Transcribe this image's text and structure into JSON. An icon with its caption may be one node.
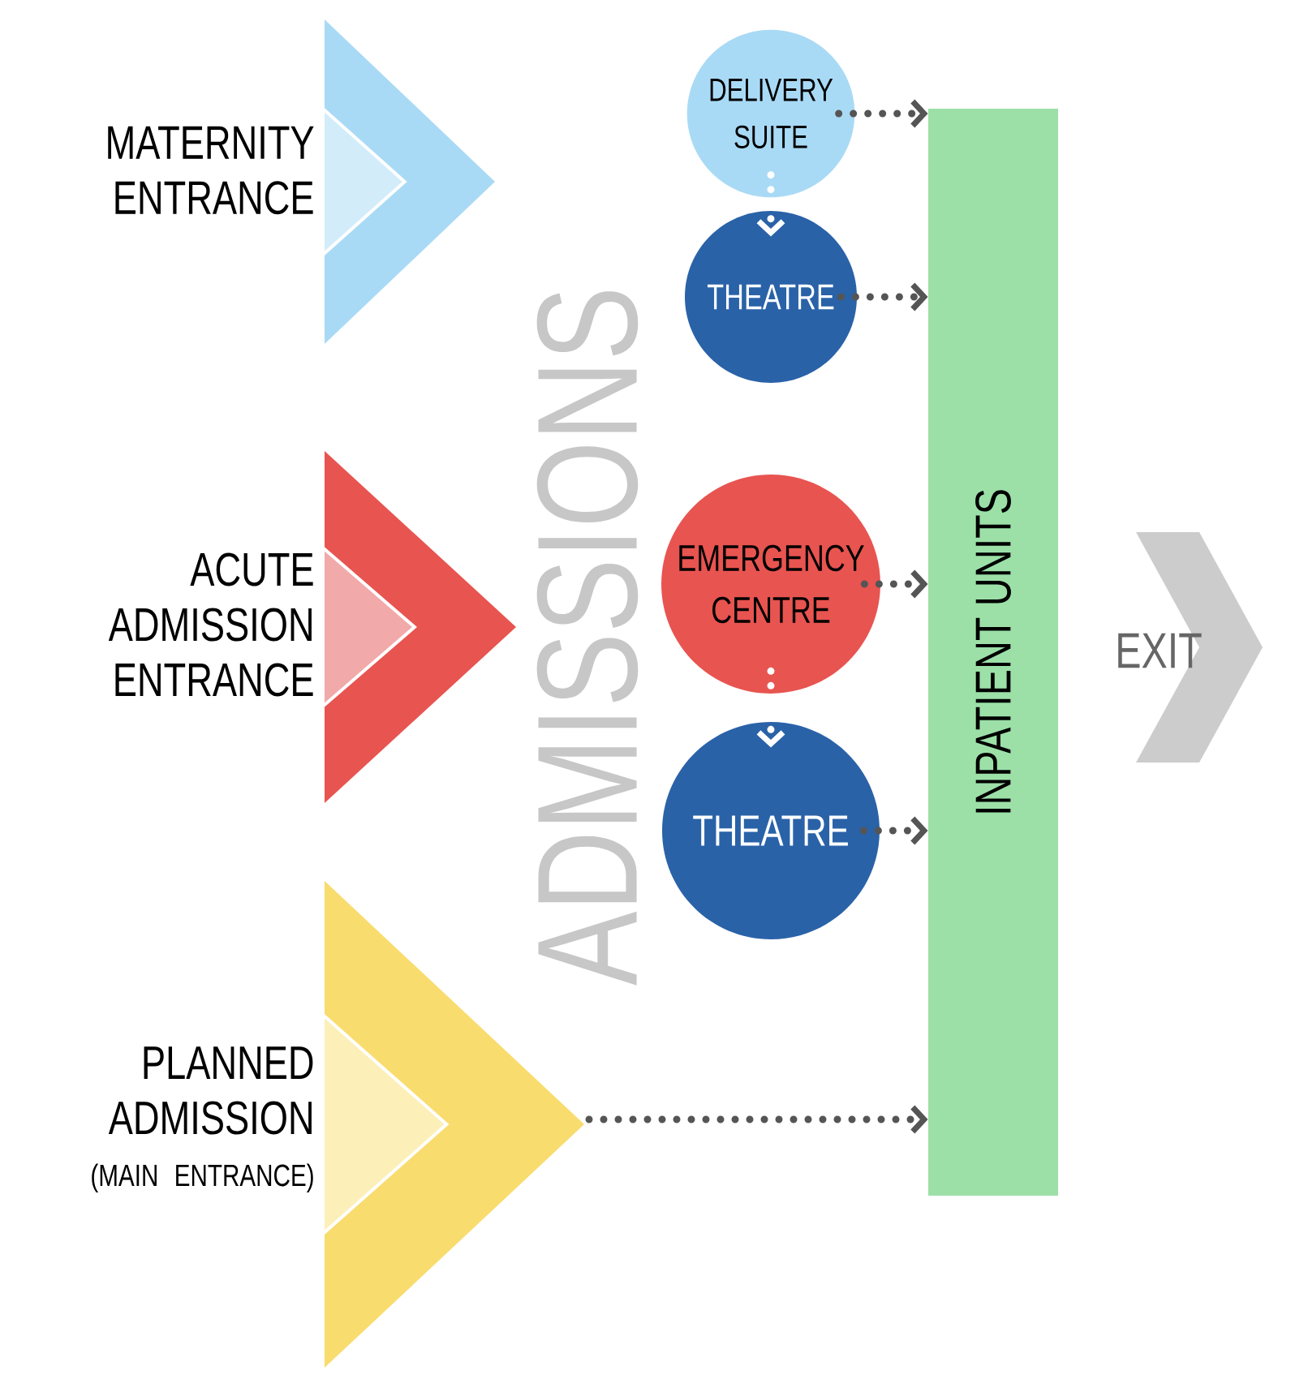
{
  "diagram": {
    "nodes": [
      {
        "text": [
          "MATERNITY ENTRANCE"
        ]
      },
      {
        "text": [
          "ACUTE ADMISSION ENTRANCE"
        ]
      },
      {
        "text": [
          "PLANNED ADMISSION",
          "(MAIN ENTRANCE)"
        ]
      },
      {
        "text": [
          "DELIVERY SUITE"
        ]
      },
      {
        "text": [
          "THEATRE"
        ]
      },
      {
        "text": [
          "EMERGENCY CENTRE"
        ]
      },
      {
        "text": [
          "THEATRE"
        ]
      },
      {
        "text": [
          "INPATIENT UNITS"
        ]
      },
      {
        "text": [
          "EXIT"
        ]
      }
    ],
    "edges": [
      {
        "from": 3,
        "to": 7,
        "arrow": "to",
        "style": "dashed"
      },
      {
        "from": 3,
        "to": 4,
        "arrow": "to",
        "style": "dashed",
        "color": "#ffffff"
      },
      {
        "from": 4,
        "to": 7,
        "arrow": "to",
        "style": "dashed"
      },
      {
        "from": 5,
        "to": 7,
        "arrow": "to",
        "style": "dashed"
      },
      {
        "from": 5,
        "to": 6,
        "arrow": "to",
        "style": "dashed",
        "color": "#ffffff"
      },
      {
        "from": 6,
        "to": 7,
        "arrow": "to",
        "style": "dashed"
      },
      {
        "from": 2,
        "to": 7,
        "arrow": "to",
        "style": "dashed"
      }
    ],
    "labels": [
      "ADMISSIONS"
    ]
  }
}
